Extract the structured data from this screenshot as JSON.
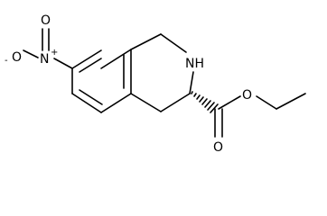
{
  "molecule": {
    "atoms": {
      "nitro_n": "N",
      "nitro_n_charge": "+",
      "nitro_o_top": "O",
      "nitro_o_left": "O",
      "nitro_o_left_charge": "-",
      "ring_nh": "NH",
      "carbonyl_o": "O",
      "ester_o": "O"
    }
  }
}
